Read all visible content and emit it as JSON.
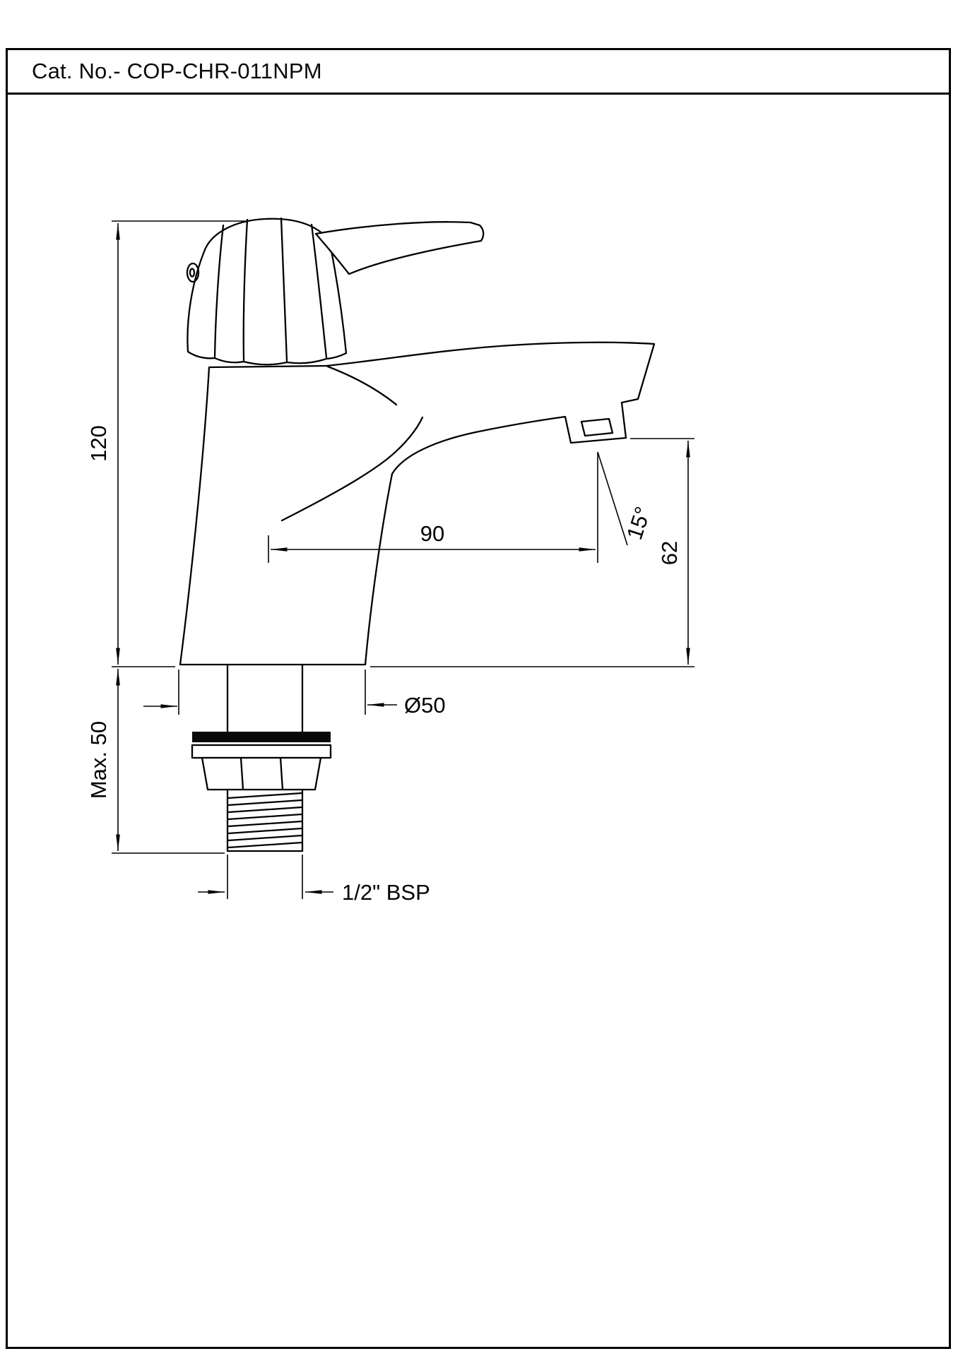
{
  "title_block": {
    "catalog_label": "Cat. No.- COP-CHR-011NPM"
  },
  "dimensions": {
    "height": "120",
    "max_thickness": "Max. 50",
    "spout_reach": "90",
    "spout_angle": "15°",
    "outlet_height": "62",
    "base_diameter": "Ø50",
    "inlet_thread": "1/2\" BSP"
  },
  "style": {
    "line_color": "#000000",
    "washer_color": "#0a0a0a",
    "background": "#ffffff"
  }
}
